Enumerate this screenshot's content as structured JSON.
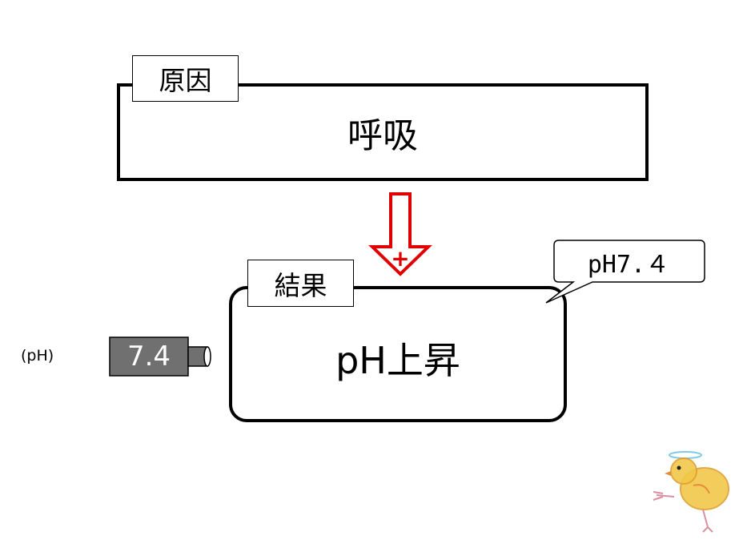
{
  "cause": {
    "tag": "原因",
    "text": "呼吸"
  },
  "result": {
    "tag": "結果",
    "text": "pH上昇"
  },
  "arrow": {
    "sign": "+"
  },
  "callout": {
    "text": "pH7.４"
  },
  "meter": {
    "label": "(pH)",
    "value": "7.4"
  },
  "colors": {
    "arrow": "#e00000",
    "meter_body": "#707070",
    "chick": "#f2c84a"
  }
}
